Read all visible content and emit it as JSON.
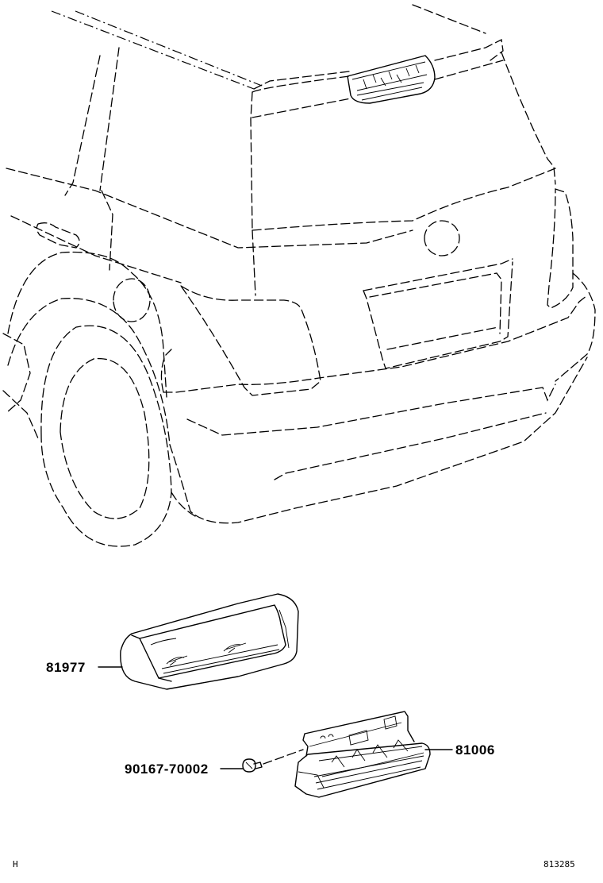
{
  "parts": [
    {
      "number": "81977"
    },
    {
      "number": "81006"
    },
    {
      "number": "90167-70002"
    }
  ],
  "corner_left": "H",
  "diagram_code": "813285"
}
